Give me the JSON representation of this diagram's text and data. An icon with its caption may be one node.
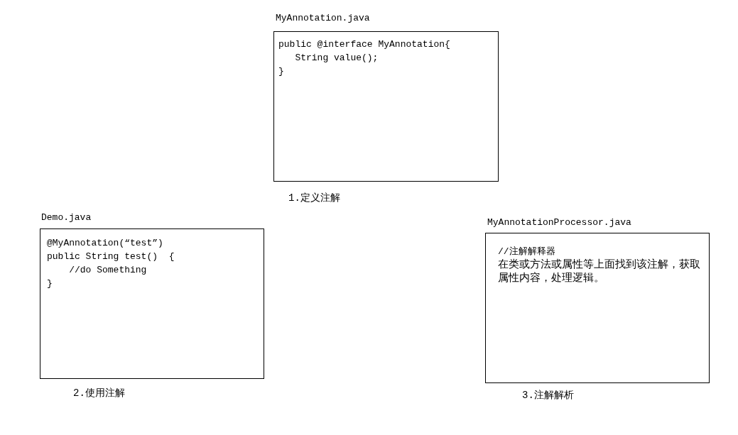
{
  "diagram": {
    "nodes": [
      {
        "text": [
          "MyAnnotation.java",
          "public @interface MyAnnotation{",
          "String value();",
          "}"
        ],
        "beside": [
          "1.定义注解"
        ]
      },
      {
        "text": [
          "Demo.java",
          "@MyAnnotation(“test”)",
          "public String test()  {",
          "//do Something",
          "}"
        ],
        "beside": [
          "2.使用注解"
        ]
      },
      {
        "text": [
          "MyAnnotationProcessor.java",
          "//注解解释器",
          "在类或方法或属性等上面找到该注解，获取属性内容，处理逻辑。"
        ],
        "beside": [
          "3.注解解析"
        ]
      }
    ]
  }
}
